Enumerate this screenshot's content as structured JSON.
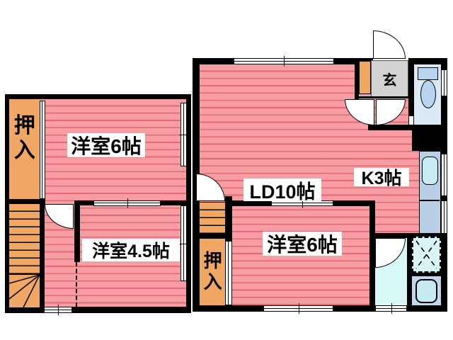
{
  "rooms": {
    "upper_bedroom": "洋室6帖",
    "upper_bedroom_small": "洋室4.5帖",
    "upper_closet": "押入",
    "living_dining": "LD10帖",
    "kitchen": "K3帖",
    "lower_bedroom": "洋室6帖",
    "lower_closet": "押入",
    "entrance": "玄"
  },
  "colors": {
    "floor_pink": "#f89da3",
    "floor_stripe": "#e26b72",
    "closet_orange": "#f0a763",
    "entrance_gray": "#d2d2d2",
    "toilet_room_fill": "#dbe9f7",
    "fixture_blue": "#b9d4f0",
    "counter_blue": "#b9cfe7",
    "sink_cyan": "#c6ebf3",
    "washroom_cyan": "#d9f8f8",
    "bath_panel_blue": "#c2d7ed",
    "wall_black": "#000000"
  }
}
